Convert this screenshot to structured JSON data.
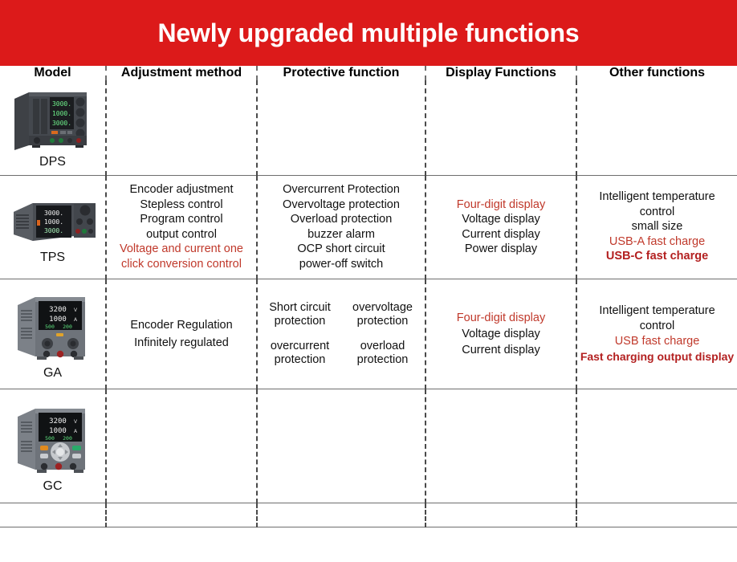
{
  "banner": {
    "title": "Newly upgraded multiple functions",
    "bg_color": "#dc1a1a",
    "text_color": "#ffffff"
  },
  "accent": {
    "red_text": "#c0392b",
    "red_bold": "#b32020",
    "rule": "#6e6e6e"
  },
  "table": {
    "columns": [
      {
        "key": "model",
        "label": "Model"
      },
      {
        "key": "adjustment",
        "label": "Adjustment method"
      },
      {
        "key": "protective",
        "label": "Protective function"
      },
      {
        "key": "display",
        "label": "Display Functions"
      },
      {
        "key": "other",
        "label": "Other functions"
      }
    ],
    "rows": [
      {
        "model": "DPS",
        "unit": {
          "icon": "dps-power-supply-image",
          "display_lines": [
            "3000.",
            "1000.",
            "3000."
          ]
        },
        "adjustment": {
          "lines": [],
          "blank": true
        },
        "protective": {
          "lines": [],
          "blank": true
        },
        "display": {
          "lines": [],
          "blank": true
        },
        "other": {
          "lines": [],
          "blank": true
        }
      },
      {
        "model": "TPS",
        "unit": {
          "icon": "tps-power-supply-image",
          "display_lines": [
            "3000.",
            "1000.",
            "3000."
          ]
        },
        "adjustment": {
          "lines": [
            {
              "text": "Encoder adjustment",
              "style": "black"
            },
            {
              "text": "Stepless control",
              "style": "black"
            },
            {
              "text": "Program control",
              "style": "black"
            },
            {
              "text": "output control",
              "style": "black"
            },
            {
              "text": "Voltage and current one",
              "style": "red"
            },
            {
              "text": "click conversion control",
              "style": "red"
            }
          ]
        },
        "protective": {
          "lines": [
            {
              "text": "Overcurrent Protection",
              "style": "black"
            },
            {
              "text": "Overvoltage protection",
              "style": "black"
            },
            {
              "text": "Overload protection",
              "style": "black"
            },
            {
              "text": "buzzer alarm",
              "style": "black"
            },
            {
              "text": "OCP short circuit",
              "style": "black"
            },
            {
              "text": "power-off switch",
              "style": "black"
            }
          ]
        },
        "display": {
          "lines": [
            {
              "text": "Four-digit display",
              "style": "red"
            },
            {
              "text": "Voltage display",
              "style": "black"
            },
            {
              "text": "Current display",
              "style": "black"
            },
            {
              "text": "Power display",
              "style": "black"
            }
          ]
        },
        "other": {
          "lines": [
            {
              "text": "Intelligent temperature",
              "style": "black"
            },
            {
              "text": "control",
              "style": "black"
            },
            {
              "text": "small size",
              "style": "black"
            },
            {
              "text": "USB-A fast charge",
              "style": "red"
            },
            {
              "text": "USB-C fast charge",
              "style": "red-bold"
            }
          ]
        }
      },
      {
        "model": "GA",
        "unit": {
          "icon": "ga-power-supply-image",
          "display_lines": [
            "3200 V",
            "1000 A",
            "500  200"
          ]
        },
        "adjustment": {
          "lines": [
            {
              "text": "Encoder Regulation",
              "style": "black"
            },
            {
              "text": "Infinitely regulated",
              "style": "black"
            }
          ]
        },
        "protective": {
          "grid": [
            "Short circuit protection",
            "overvoltage protection",
            "overcurrent protection",
            "overload protection"
          ]
        },
        "display": {
          "lines": [
            {
              "text": "Four-digit display",
              "style": "red"
            },
            {
              "text": "Voltage display",
              "style": "black"
            },
            {
              "text": "Current display",
              "style": "black"
            }
          ]
        },
        "other": {
          "lines": [
            {
              "text": "Intelligent temperature",
              "style": "black"
            },
            {
              "text": "control",
              "style": "black"
            },
            {
              "text": "USB fast charge",
              "style": "red"
            },
            {
              "text": "Fast charging output display",
              "style": "red-bold"
            }
          ]
        }
      },
      {
        "model": "GC",
        "unit": {
          "icon": "gc-power-supply-image",
          "display_lines": [
            "3200 V",
            "1000 A",
            "500  200"
          ]
        },
        "adjustment": {
          "lines": [],
          "blank": true
        },
        "protective": {
          "lines": [],
          "blank": true
        },
        "display": {
          "lines": [],
          "blank": true
        },
        "other": {
          "lines": [],
          "blank": true
        }
      }
    ]
  }
}
